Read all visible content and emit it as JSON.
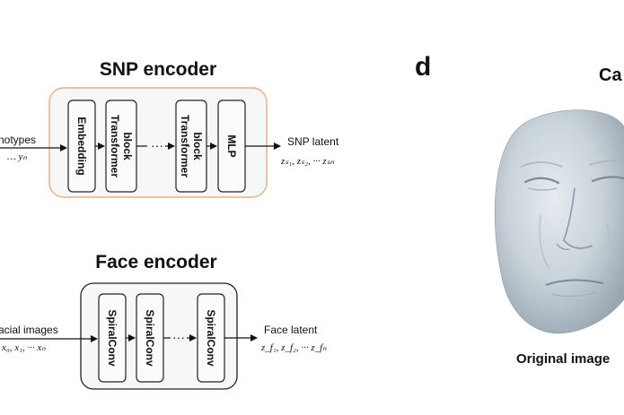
{
  "snp_encoder": {
    "title": "SNP encoder",
    "input_label": "notypes",
    "input_vars": "… yₙ",
    "blocks": [
      {
        "lines": [
          "Embedding"
        ]
      },
      {
        "lines": [
          "Transformer",
          "block"
        ]
      },
      {
        "lines": [
          "Transformer",
          "block"
        ]
      },
      {
        "lines": [
          "MLP"
        ]
      }
    ],
    "ellipsis": "···",
    "output_label": "SNP latent",
    "output_vars": "zₛ₁, zₛ₂, ··· zₛₙ"
  },
  "face_encoder": {
    "title": "Face encoder",
    "input_label": "acial images",
    "input_vars": "x₀, x₁, ··· xₙ",
    "blocks": [
      {
        "lines": [
          "SpiralConv"
        ]
      },
      {
        "lines": [
          "SpiralConv"
        ]
      },
      {
        "lines": [
          "SpiralConv"
        ]
      }
    ],
    "ellipsis": "···",
    "output_label": "Face latent",
    "output_vars": "z_f₁, z_f₂, ··· z_fₙ"
  },
  "panel_d": {
    "letter": "d",
    "title_partial": "Ca",
    "caption": "Original image",
    "face_color": "#c9d3da"
  }
}
